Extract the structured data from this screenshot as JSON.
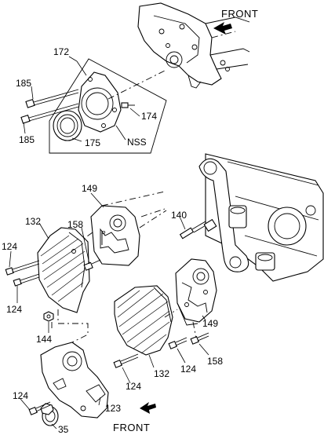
{
  "diagram": {
    "front_labels": [
      "FRONT",
      "FRONT"
    ],
    "callouts": {
      "p172": "172",
      "p185a": "185",
      "p185b": "185",
      "p174": "174",
      "p175": "175",
      "nss": "NSS",
      "p149a": "149",
      "p132a": "132",
      "p158a": "158",
      "p140": "140",
      "p124a": "124",
      "p124b": "124",
      "p144": "144",
      "p149b": "149",
      "p132b": "132",
      "p124c": "124",
      "p158b": "158",
      "p124d": "124",
      "p124e": "124",
      "p123": "123",
      "p35": "35"
    }
  }
}
